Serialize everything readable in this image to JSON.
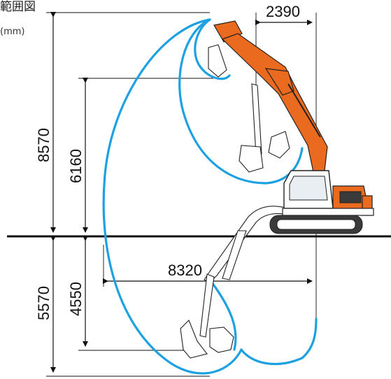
{
  "diagram": {
    "title": "範囲図",
    "unit": "(mm)",
    "dimensions": {
      "max_reach_height": "8570",
      "max_dump_height": "6160",
      "max_digging_depth": "5570",
      "vertical_wall_depth": "4550",
      "max_reach_ground": "8320",
      "min_swing_radius": "2390"
    },
    "colors": {
      "arc": "#1da1e2",
      "machine": "#ea6a1f",
      "line": "#111111"
    }
  }
}
